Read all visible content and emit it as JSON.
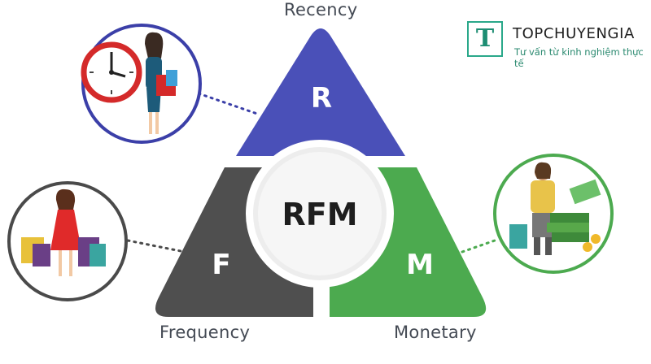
{
  "diagram": {
    "center_label": "RFM",
    "segments": [
      {
        "letter": "R",
        "name": "Recency",
        "color": "#4a50b8"
      },
      {
        "letter": "F",
        "name": "Frequency",
        "color": "#4f4f4f"
      },
      {
        "letter": "M",
        "name": "Monetary",
        "color": "#4caa4f"
      }
    ]
  },
  "brand": {
    "logo_letter": "T",
    "name": "TOPCHUYENGIA",
    "tagline": "Tư vấn từ kinh nghiệm thực tế",
    "color": "#2aa88a"
  },
  "illustrations": [
    {
      "icon": "clock-shopper-woman-icon",
      "border_color": "#3b3fa8"
    },
    {
      "icon": "shopping-bags-woman-icon",
      "border_color": "#4a4a4a"
    },
    {
      "icon": "man-with-money-icon",
      "border_color": "#4caa4f"
    }
  ]
}
